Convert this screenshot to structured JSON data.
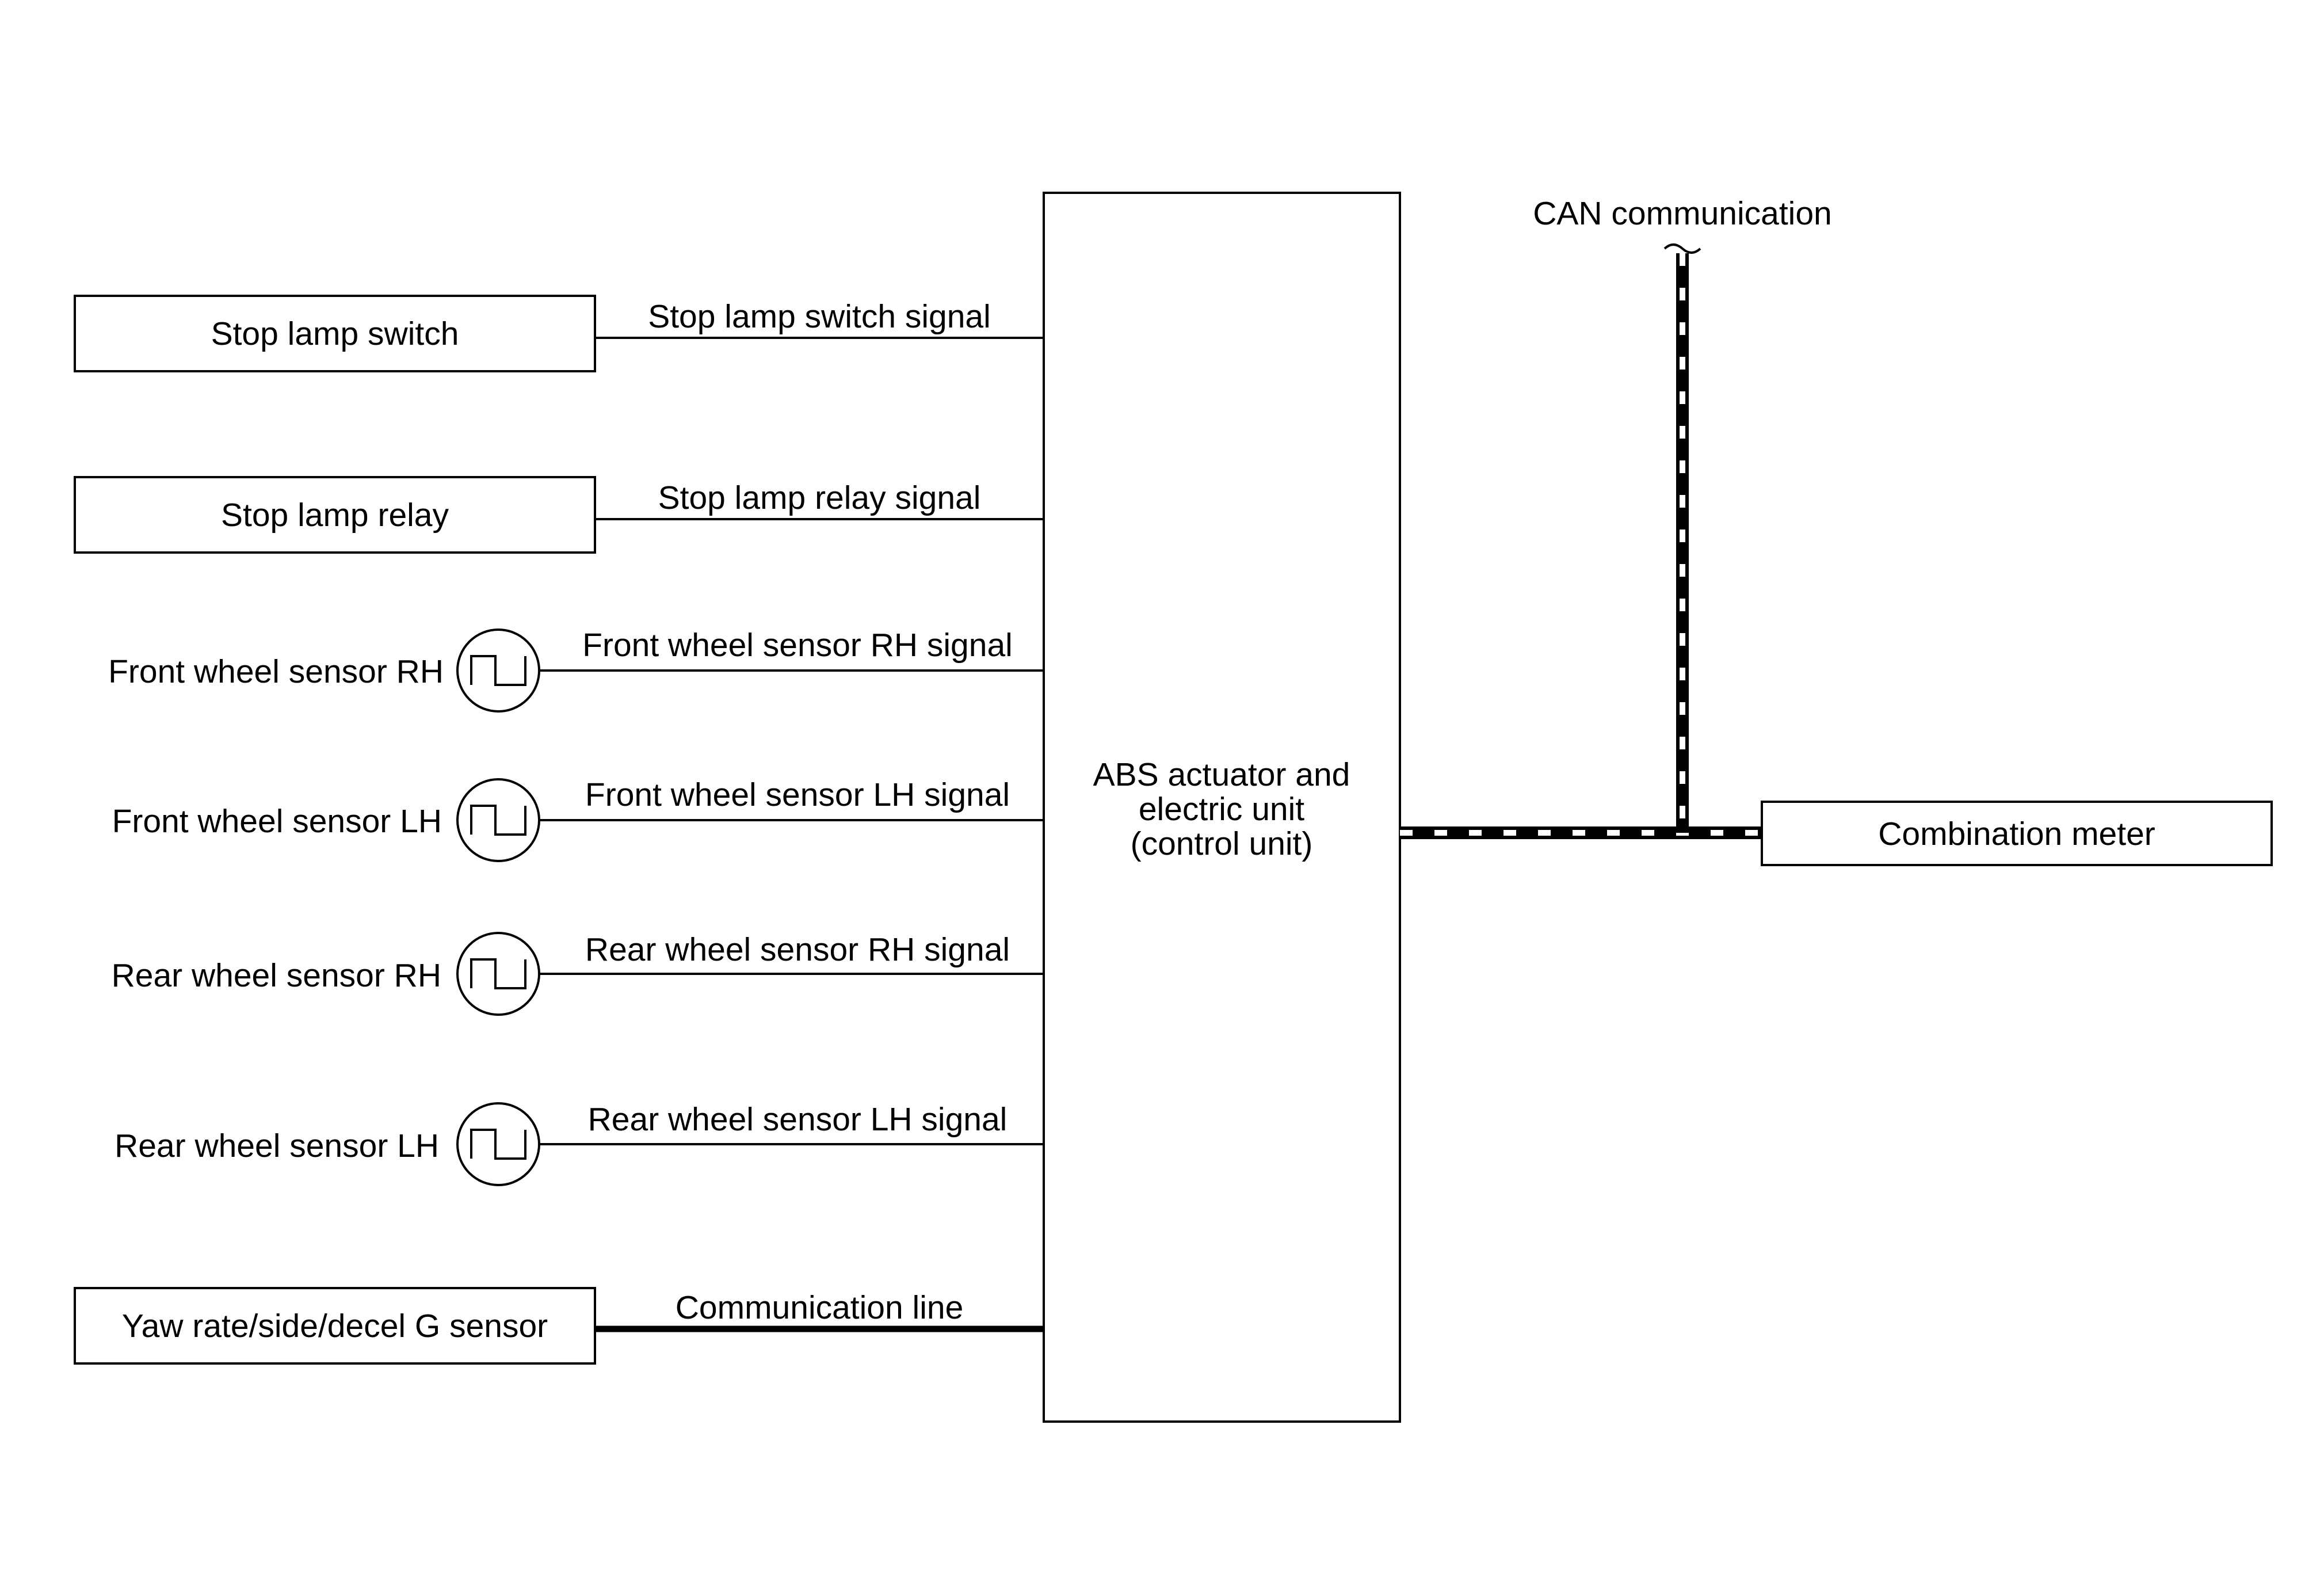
{
  "diagram": {
    "control_unit": {
      "lines": [
        "ABS actuator and",
        "electric unit",
        "(control unit)"
      ]
    },
    "inputs": {
      "stop_lamp_switch": {
        "label": "Stop lamp switch",
        "signal": "Stop lamp switch signal"
      },
      "stop_lamp_relay": {
        "label": "Stop lamp relay",
        "signal": "Stop lamp relay signal"
      },
      "front_wheel_sensor_rh": {
        "label": "Front wheel sensor RH",
        "signal": "Front wheel sensor RH signal"
      },
      "front_wheel_sensor_lh": {
        "label": "Front wheel sensor LH",
        "signal": "Front wheel sensor LH signal"
      },
      "rear_wheel_sensor_rh": {
        "label": "Rear wheel sensor RH",
        "signal": "Rear wheel sensor RH signal"
      },
      "rear_wheel_sensor_lh": {
        "label": "Rear wheel sensor LH",
        "signal": "Rear wheel sensor LH signal"
      },
      "yaw_rate_sensor": {
        "label": "Yaw rate/side/decel G sensor",
        "signal": "Communication line"
      }
    },
    "outputs": {
      "combination_meter": {
        "label": "Combination meter"
      }
    },
    "can": {
      "label": "CAN communication"
    }
  }
}
